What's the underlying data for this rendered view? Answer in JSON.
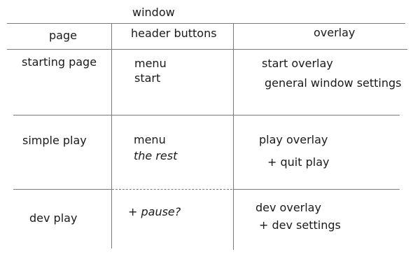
{
  "title": "window",
  "columns": [
    "page",
    "header buttons",
    "overlay"
  ],
  "rows": [
    {
      "page": "starting page",
      "header_buttons": [
        "menu",
        "start"
      ],
      "overlay": [
        "start overlay",
        "general window settings"
      ]
    },
    {
      "page": "simple play",
      "header_buttons": [
        "menu",
        "the rest"
      ],
      "overlay": [
        "play overlay",
        "+ quit play"
      ]
    },
    {
      "page": "dev play",
      "header_buttons": [
        "+ pause?"
      ],
      "overlay": [
        "dev overlay",
        "+ dev settings"
      ]
    }
  ]
}
